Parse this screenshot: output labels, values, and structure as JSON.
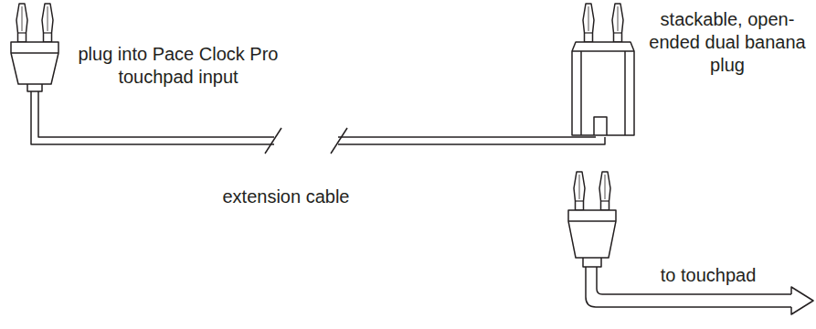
{
  "diagram": {
    "labels": [
      "plug into Pace Clock Pro touchpad input",
      "stackable, open-ended dual banana plug",
      "extension cable",
      "to touchpad"
    ]
  }
}
